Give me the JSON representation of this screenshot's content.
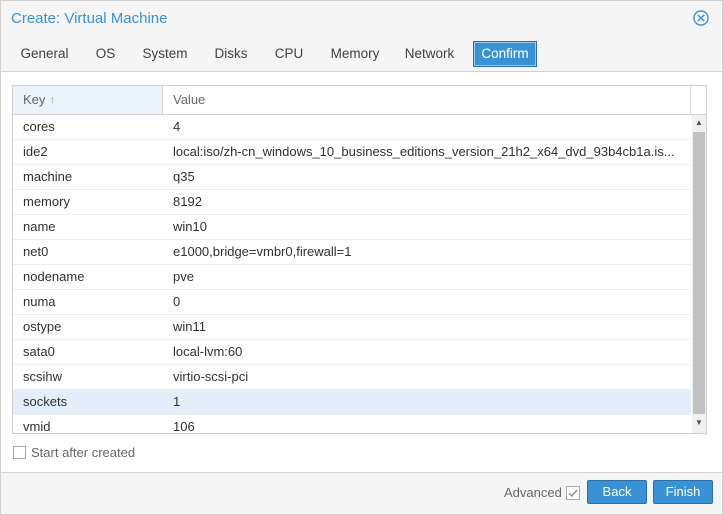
{
  "window": {
    "title": "Create: Virtual Machine"
  },
  "tabs": [
    {
      "label": "General"
    },
    {
      "label": "OS"
    },
    {
      "label": "System"
    },
    {
      "label": "Disks"
    },
    {
      "label": "CPU"
    },
    {
      "label": "Memory"
    },
    {
      "label": "Network"
    },
    {
      "label": "Confirm",
      "active": true
    }
  ],
  "grid": {
    "columns": {
      "key": "Key",
      "value": "Value"
    },
    "sort": "ascending by Key",
    "rows": [
      {
        "key": "cores",
        "value": "4"
      },
      {
        "key": "ide2",
        "value": "local:iso/zh-cn_windows_10_business_editions_version_21h2_x64_dvd_93b4cb1a.is..."
      },
      {
        "key": "machine",
        "value": "q35"
      },
      {
        "key": "memory",
        "value": "8192"
      },
      {
        "key": "name",
        "value": "win10"
      },
      {
        "key": "net0",
        "value": "e1000,bridge=vmbr0,firewall=1"
      },
      {
        "key": "nodename",
        "value": "pve"
      },
      {
        "key": "numa",
        "value": "0"
      },
      {
        "key": "ostype",
        "value": "win11"
      },
      {
        "key": "sata0",
        "value": "local-lvm:60"
      },
      {
        "key": "scsihw",
        "value": "virtio-scsi-pci"
      },
      {
        "key": "sockets",
        "value": "1",
        "selected": true
      },
      {
        "key": "vmid",
        "value": "106"
      }
    ]
  },
  "start_after_created": {
    "label": "Start after created",
    "checked": false
  },
  "footer": {
    "advanced_label": "Advanced",
    "advanced_checked": true,
    "back_label": "Back",
    "finish_label": "Finish"
  },
  "colors": {
    "accent": "#3892d4",
    "selected_row": "#e3eef9"
  },
  "icons": {
    "close": "close-circle-icon",
    "sort": "arrow-up-icon",
    "check": "checkmark-icon"
  }
}
